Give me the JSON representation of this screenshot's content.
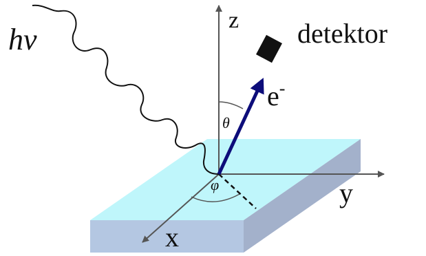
{
  "labels": {
    "photon": "hv",
    "z_axis": "z",
    "y_axis": "y",
    "x_axis": "x",
    "detector": "detektor",
    "electron": "e",
    "electron_charge": "-",
    "theta": "θ",
    "phi": "φ"
  },
  "colors": {
    "slab_top": "#bff6fb",
    "slab_front": "#b4c7e2",
    "slab_side": "#a3b1cb",
    "axis": "#555555",
    "electron_arrow": "#0d0d7a",
    "detector": "#111111",
    "photon_wave": "#111111"
  }
}
